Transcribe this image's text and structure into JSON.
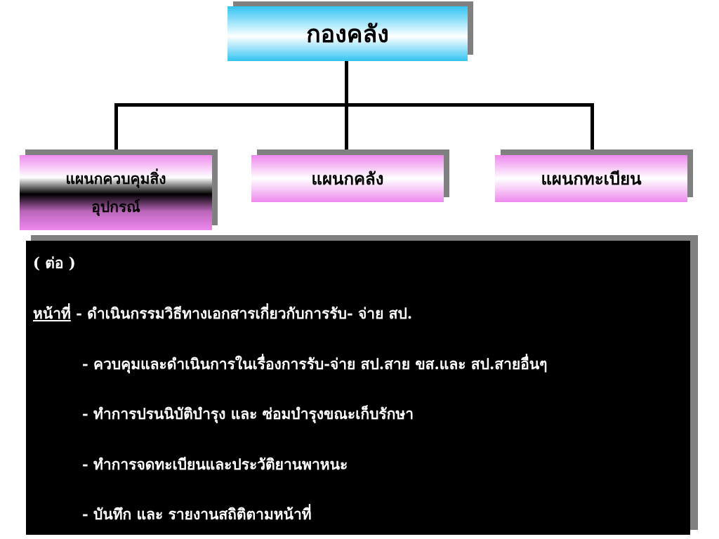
{
  "root": {
    "label": "กองคลัง"
  },
  "branches": [
    {
      "label_line1": "แผนกควบคุมสิ่ง",
      "label_line2": "อุปกรณ์"
    },
    {
      "label": "แผนกคลัง"
    },
    {
      "label": "แผนกทะเบียน"
    }
  ],
  "panel": {
    "continued": "( ต่อ )",
    "duty_label": "หน้าที่",
    "duties": [
      "- ดำเนินกรรมวิธีทางเอกสารเกี่ยวกับการรับ- จ่าย สป.",
      "- ควบคุมและดำเนินการในเรื่องการรับ-จ่าย สป.สาย ขส.และ สป.สายอื่นๆ",
      "- ทำการปรนนิบัติบำรุง และ ซ่อมบำรุงขณะเก็บรักษา",
      "- ทำการจดทะเบียนและประวัติยานพาหนะ",
      "- บันทึก และ รายงานสถิติตามหน้าที่"
    ]
  }
}
